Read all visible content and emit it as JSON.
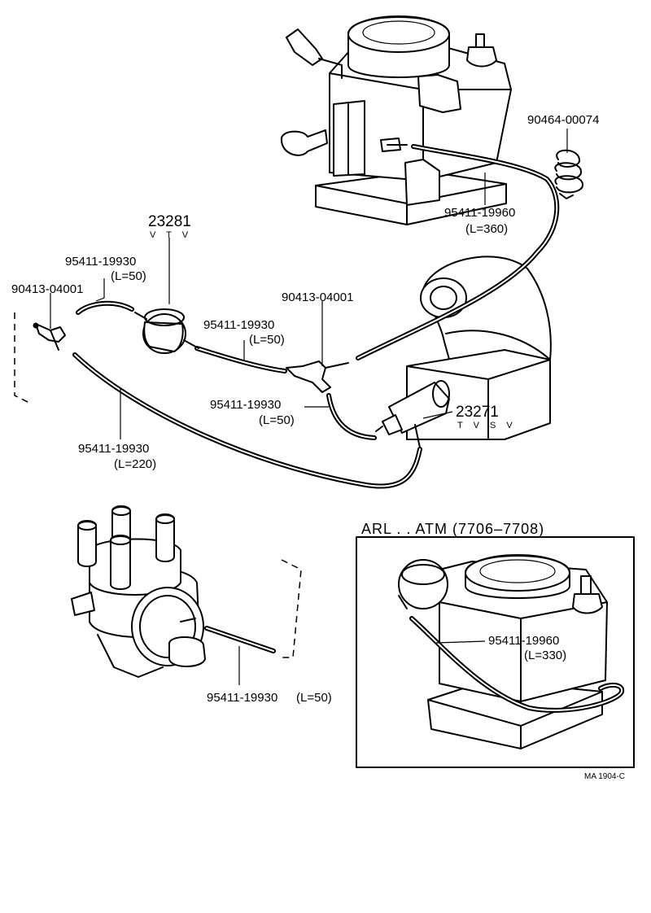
{
  "labels": {
    "clamp": "90464-00074",
    "hose_top": "95411-19960",
    "hose_top_len": "(L=360)",
    "vtv_part": "23281",
    "vtv_code": "V T V",
    "hose_vtv_left": "95411-19930",
    "hose_vtv_left_len": "(L=50)",
    "joint_left": "90413-04001",
    "joint_mid": "90413-04001",
    "hose_center": "95411-19930",
    "hose_center_len": "(L=50)",
    "hose_tvsv": "95411-19930",
    "hose_tvsv_len": "(L=50)",
    "tvsv_part": "23271",
    "tvsv_code": "T V S V",
    "hose_long": "95411-19930",
    "hose_long_len": "(L=220)",
    "hose_dist": "95411-19930",
    "hose_dist_len": "(L=50)"
  },
  "inset": {
    "title": "ARL . . ATM (7706–7708)",
    "hose": "95411-19960",
    "hose_len": "(L=330)"
  },
  "footer": {
    "ref": "MA 1904-C"
  }
}
